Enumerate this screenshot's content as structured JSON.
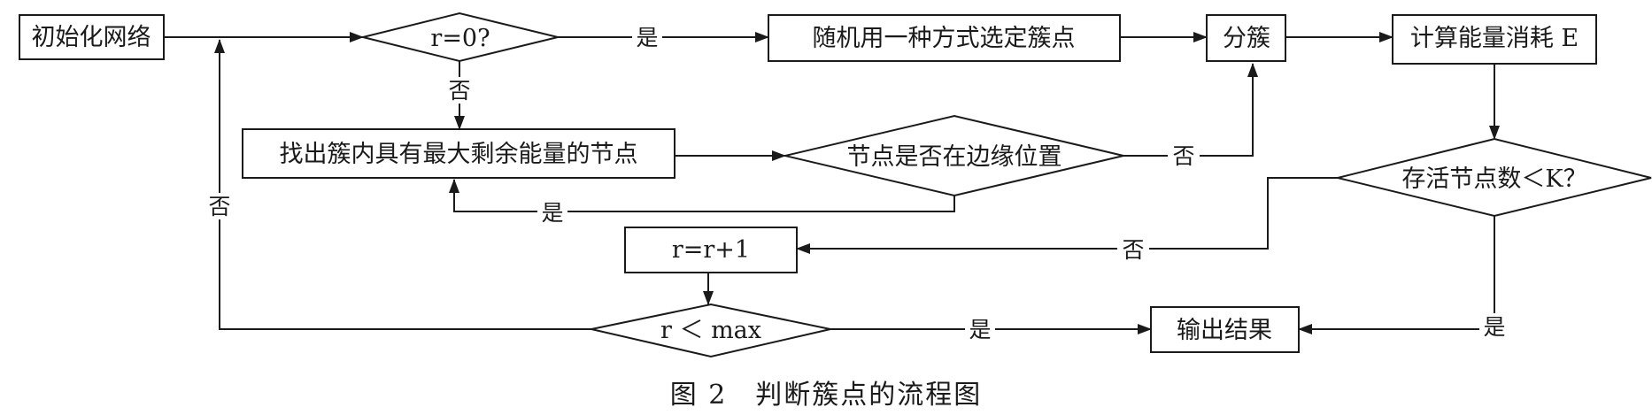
{
  "nodes": {
    "init": "初始化网络",
    "r_eq_0": "r=0?",
    "random_select": "随机用一种方式选定簇点",
    "cluster": "分簇",
    "calc_energy": "计算能量消耗 E",
    "find_max": "找出簇内具有最大剩余能量的节点",
    "edge_position": "节点是否在边缘位置",
    "alive_count": "存活节点数＜K？",
    "r_inc": "r=r+1",
    "r_lt_max": "r ＜ max",
    "output": "输出结果"
  },
  "edges": {
    "r0_yes": "是",
    "r0_no": "否",
    "edge_no": "否",
    "edge_yes": "是",
    "alive_no": "否",
    "alive_yes": "是",
    "rmax_yes": "是",
    "rmax_no": "否"
  },
  "caption": "图 2　判断簇点的流程图"
}
